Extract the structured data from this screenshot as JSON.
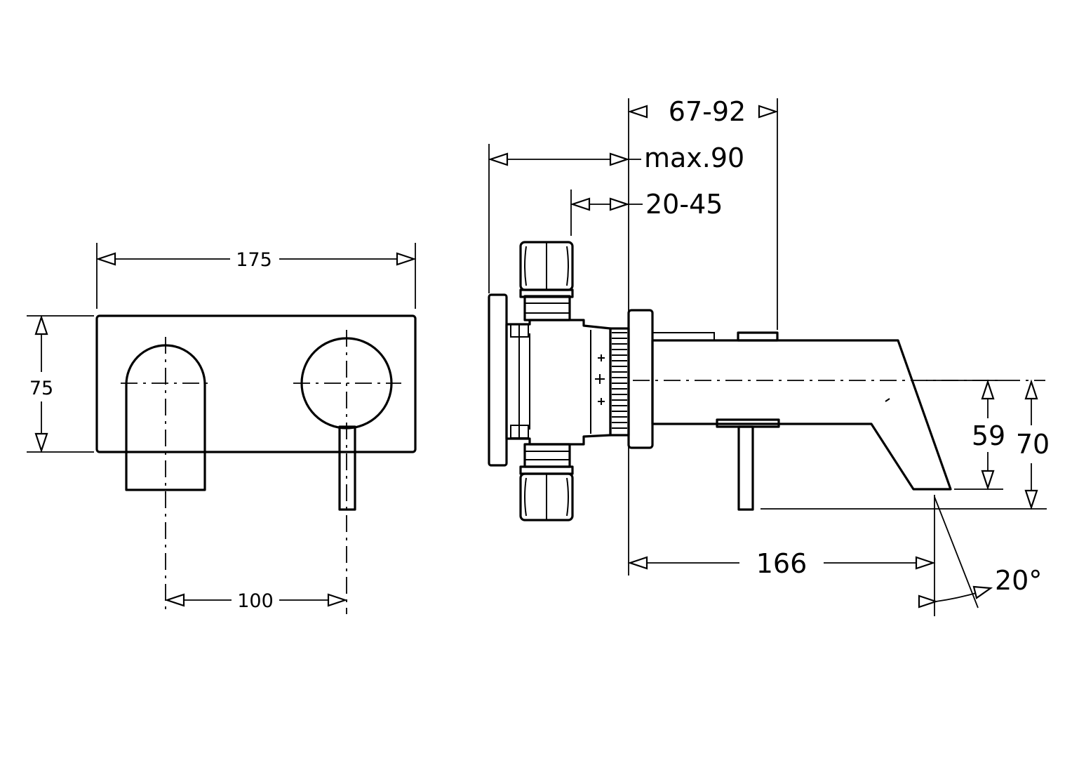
{
  "colors": {
    "line": "#000000",
    "background": "#ffffff"
  },
  "front_view": {
    "width_label": "175",
    "height_label": "75",
    "spacing_label": "100"
  },
  "side_view": {
    "adjust_range_label": "67-92",
    "max_depth_label": "max.90",
    "wall_range_label": "20-45",
    "spout_length_label": "166",
    "spout_height_label": "59",
    "overall_height_label": "70",
    "angle_label": "20°"
  }
}
